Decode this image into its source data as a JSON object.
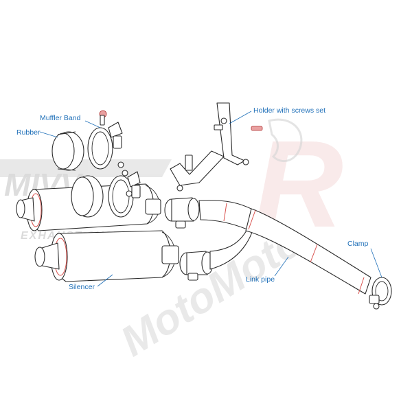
{
  "labels": {
    "muffler_band": "Muffler Band",
    "rubber": "Rubber",
    "holder": "Holder with screws set",
    "clamp": "Clamp",
    "link_pipe": "Link pipe",
    "silencer": "Silencer"
  },
  "watermark": {
    "brand": "MotoMoto",
    "brand_left": "MIVV",
    "tagline": "EXHAUST SYSTEMS",
    "letter": "R"
  },
  "colors": {
    "callout": "#1e6fb8",
    "accent": "#d9534f",
    "watermark": "#bcbcbc"
  }
}
